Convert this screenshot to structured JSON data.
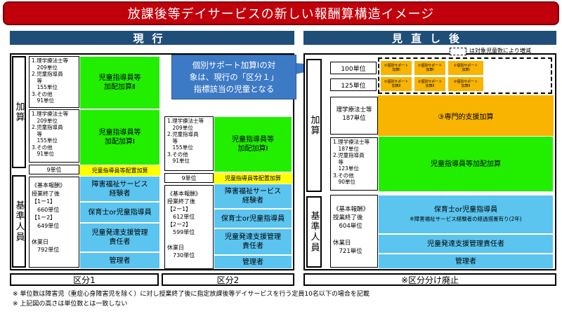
{
  "title": "放課後等デイサービスの新しい報酬算構造イメージ",
  "current": {
    "header": "現行",
    "kasan": "加算",
    "kijun": "基準人員",
    "col1": {
      "top_units": "1.理学療法士等\n　209単位\n2.児童指導員\n　等\n　155単位\n3.その他\n　91単位",
      "mid_units": "1.理学療法士等\n　209単位\n2.児童指導員\n　等\n　155単位\n3.その他\n　91単位",
      "nine": "9単位",
      "base": "《基本報酬》\n授業終了後\n【1ー1】\n　660単位\n【1ー2】\n　649単位\n\n休業日\n　792単位",
      "green_top": "児童指導員等\n加配加算Ⅱ",
      "green_mid": "児童指導員等\n加配加算Ⅰ",
      "yellow": "児童指導員等配置加算",
      "blue1": "障害福祉サービス\n経験者",
      "blue2": "保育士or児童指導員",
      "blue3": "児童発達支援管理\n責任者",
      "blue4": "管理者",
      "footer": "区分1"
    },
    "col2": {
      "mid_units": "1.理学療法士等\n　209単位\n2.児童指導員\n　等\n　155単位\n3.その他\n　91単位",
      "nine": "9単位",
      "base": "《基本報酬》\n授業終了後\n【2ー1】\n　612単位\n【2ー2】\n　599単位\n\n休業日\n　730単位",
      "green_mid": "児童指導員等\n加配加算Ⅰ",
      "yellow": "児童指導員等配置加算",
      "blue1": "障害福祉サービス\n経験者",
      "blue2": "保育士or児童指導員",
      "blue3": "児童発達支援管理\n責任者",
      "blue4": "管理者",
      "footer": "区分2"
    }
  },
  "callout": "個別サポート加算Ⅰの対\n象は、現行の「区分１」\n指標該当の児童となる",
  "revised": {
    "header": "見直し後",
    "legend": "は対象児童数により増減",
    "kasan": "加算",
    "kijun": "基準人員",
    "u100": "100単位",
    "u125": "125単位",
    "support1": [
      "①個別サポート\n加算Ⅰ",
      "①個別サポート\n加算Ⅰ",
      "①個別サポート\n加算Ⅰ"
    ],
    "support2": [
      "②個別サポート\n加算Ⅱ",
      "②個別サポート\n加算Ⅱ",
      "②個別サポート\n加算Ⅱ"
    ],
    "pt_units": "理学療法士等\n187単位",
    "special": "③専門的支援加算",
    "staff_units": "1.理学療法士等\n　187単位\n2.児童指導員\n　等\n　123単位\n3.その他\n　90単位",
    "green": "児童指導員等加配加算",
    "base": "《基本報酬》\n授業終了後\n　604単位\n\n休業日\n　721単位",
    "blue1": "保育士or児童指導員",
    "blue1_note": "※障害福祉サービス経験者の経過措置有り(2年)",
    "blue2": "児童発達支援管理責任者",
    "blue3": "管理者",
    "footer": "※区分分け廃止"
  },
  "notes": [
    "※ 単位数は障害児（重症心身障害児を除く）に対し授業終了後に指定放課後等デイサービスを行う定員10名以下の場合を記載",
    "※ 上記図の高さは単位数とは一致しない"
  ],
  "colors": {
    "title": "#c0000b",
    "header": "#1f4e79",
    "green": "#22ee00",
    "blue": "#5bc4ef",
    "orange": "#f8b400",
    "yellow": "#ffff00",
    "callout": "#3d7ac6"
  }
}
